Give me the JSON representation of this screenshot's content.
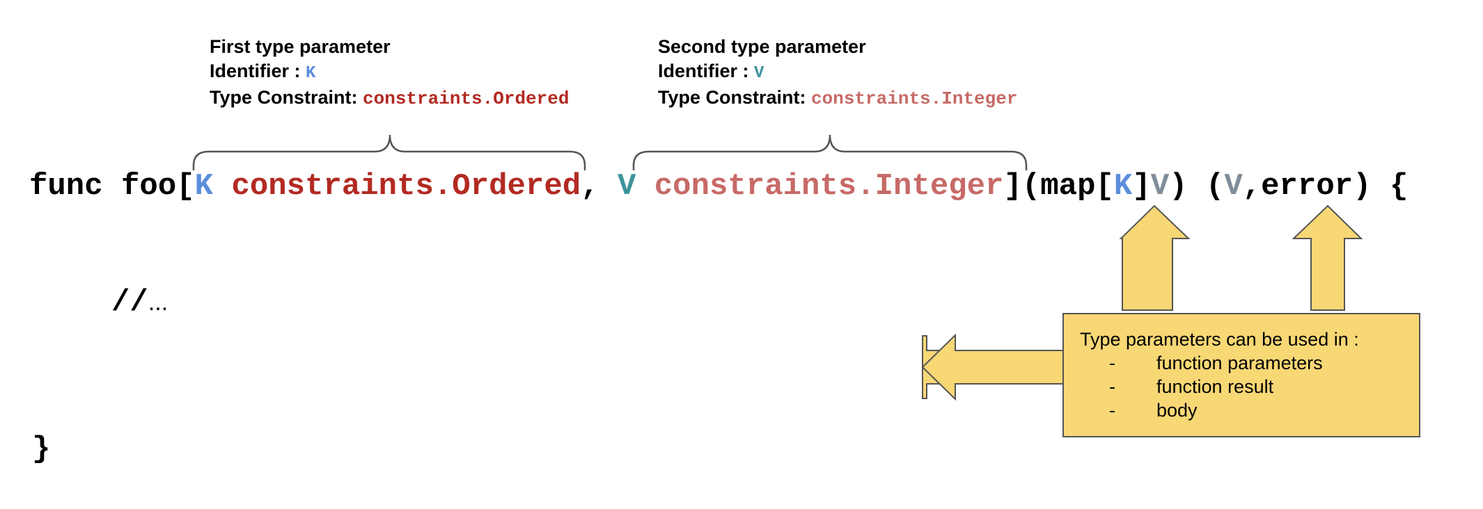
{
  "colors": {
    "k": "#5b8ddc",
    "v": "#3e939c",
    "constraint1": "#b22a22",
    "constraint2": "#c76a67",
    "v_gray": "#7f8c9a",
    "brace": "#555555",
    "callout_fill": "#f8d775",
    "callout_stroke": "#555555"
  },
  "first_param": {
    "heading": "First type parameter",
    "identifier_label": "Identifier : ",
    "identifier": "K",
    "constraint_label": "Type Constraint: ",
    "constraint": "constraints.Ordered"
  },
  "second_param": {
    "heading": "Second type parameter",
    "identifier_label": "Identifier : ",
    "identifier": "V",
    "constraint_label": "Type Constraint: ",
    "constraint": "constraints.Integer"
  },
  "code": {
    "func_keyword": "func foo",
    "open_bracket": "[",
    "k": "K",
    "constraint1": " constraints.Ordered",
    "comma": ", ",
    "v": "V",
    "constraint2": " constraints.Integer",
    "close_bracket": "]",
    "params_open": "(map[",
    "params_k": "K",
    "params_bracket": "]",
    "params_v": "V",
    "params_close": ") (",
    "result_v": "V",
    "result_rest": ",error) {",
    "comment_slashes": "//",
    "comment_dots": "...",
    "closing_brace": "}"
  },
  "callout": {
    "title": "Type parameters can be used in :",
    "dash": "-",
    "items": [
      "function parameters",
      "function result",
      "body"
    ]
  }
}
